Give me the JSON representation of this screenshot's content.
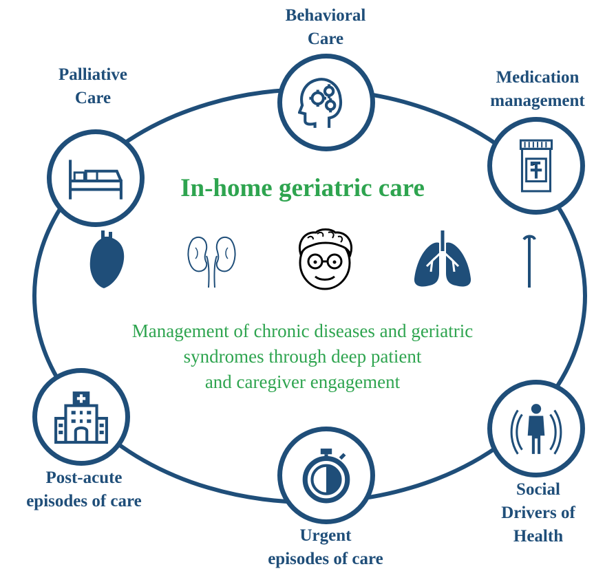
{
  "diagram": {
    "title": "In-home geriatric care",
    "description_lines": [
      "Management of chronic diseases and geriatric",
      "syndromes through deep patient",
      "and caregiver engagement"
    ],
    "colors": {
      "ring": "#1f4e79",
      "labels": "#1f4e79",
      "center_text": "#2ea44f"
    },
    "nodes": [
      {
        "lines": [
          "Behavioral",
          "Care"
        ],
        "icon": "head-gears-icon"
      },
      {
        "lines": [
          "Medication",
          "management"
        ],
        "icon": "pill-bottle-icon"
      },
      {
        "lines": [
          "Social",
          "Drivers of",
          "Health"
        ],
        "icon": "person-waves-icon"
      },
      {
        "lines": [
          "Urgent",
          "episodes of care"
        ],
        "icon": "stopwatch-icon"
      },
      {
        "lines": [
          "Post-acute",
          "episodes of care"
        ],
        "icon": "hospital-icon"
      },
      {
        "lines": [
          "Palliative",
          "Care"
        ],
        "icon": "bed-icon"
      }
    ],
    "center_icons": [
      "heart-icon",
      "kidneys-icon",
      "elderly-face-icon",
      "lungs-icon",
      "cane-icon"
    ]
  }
}
